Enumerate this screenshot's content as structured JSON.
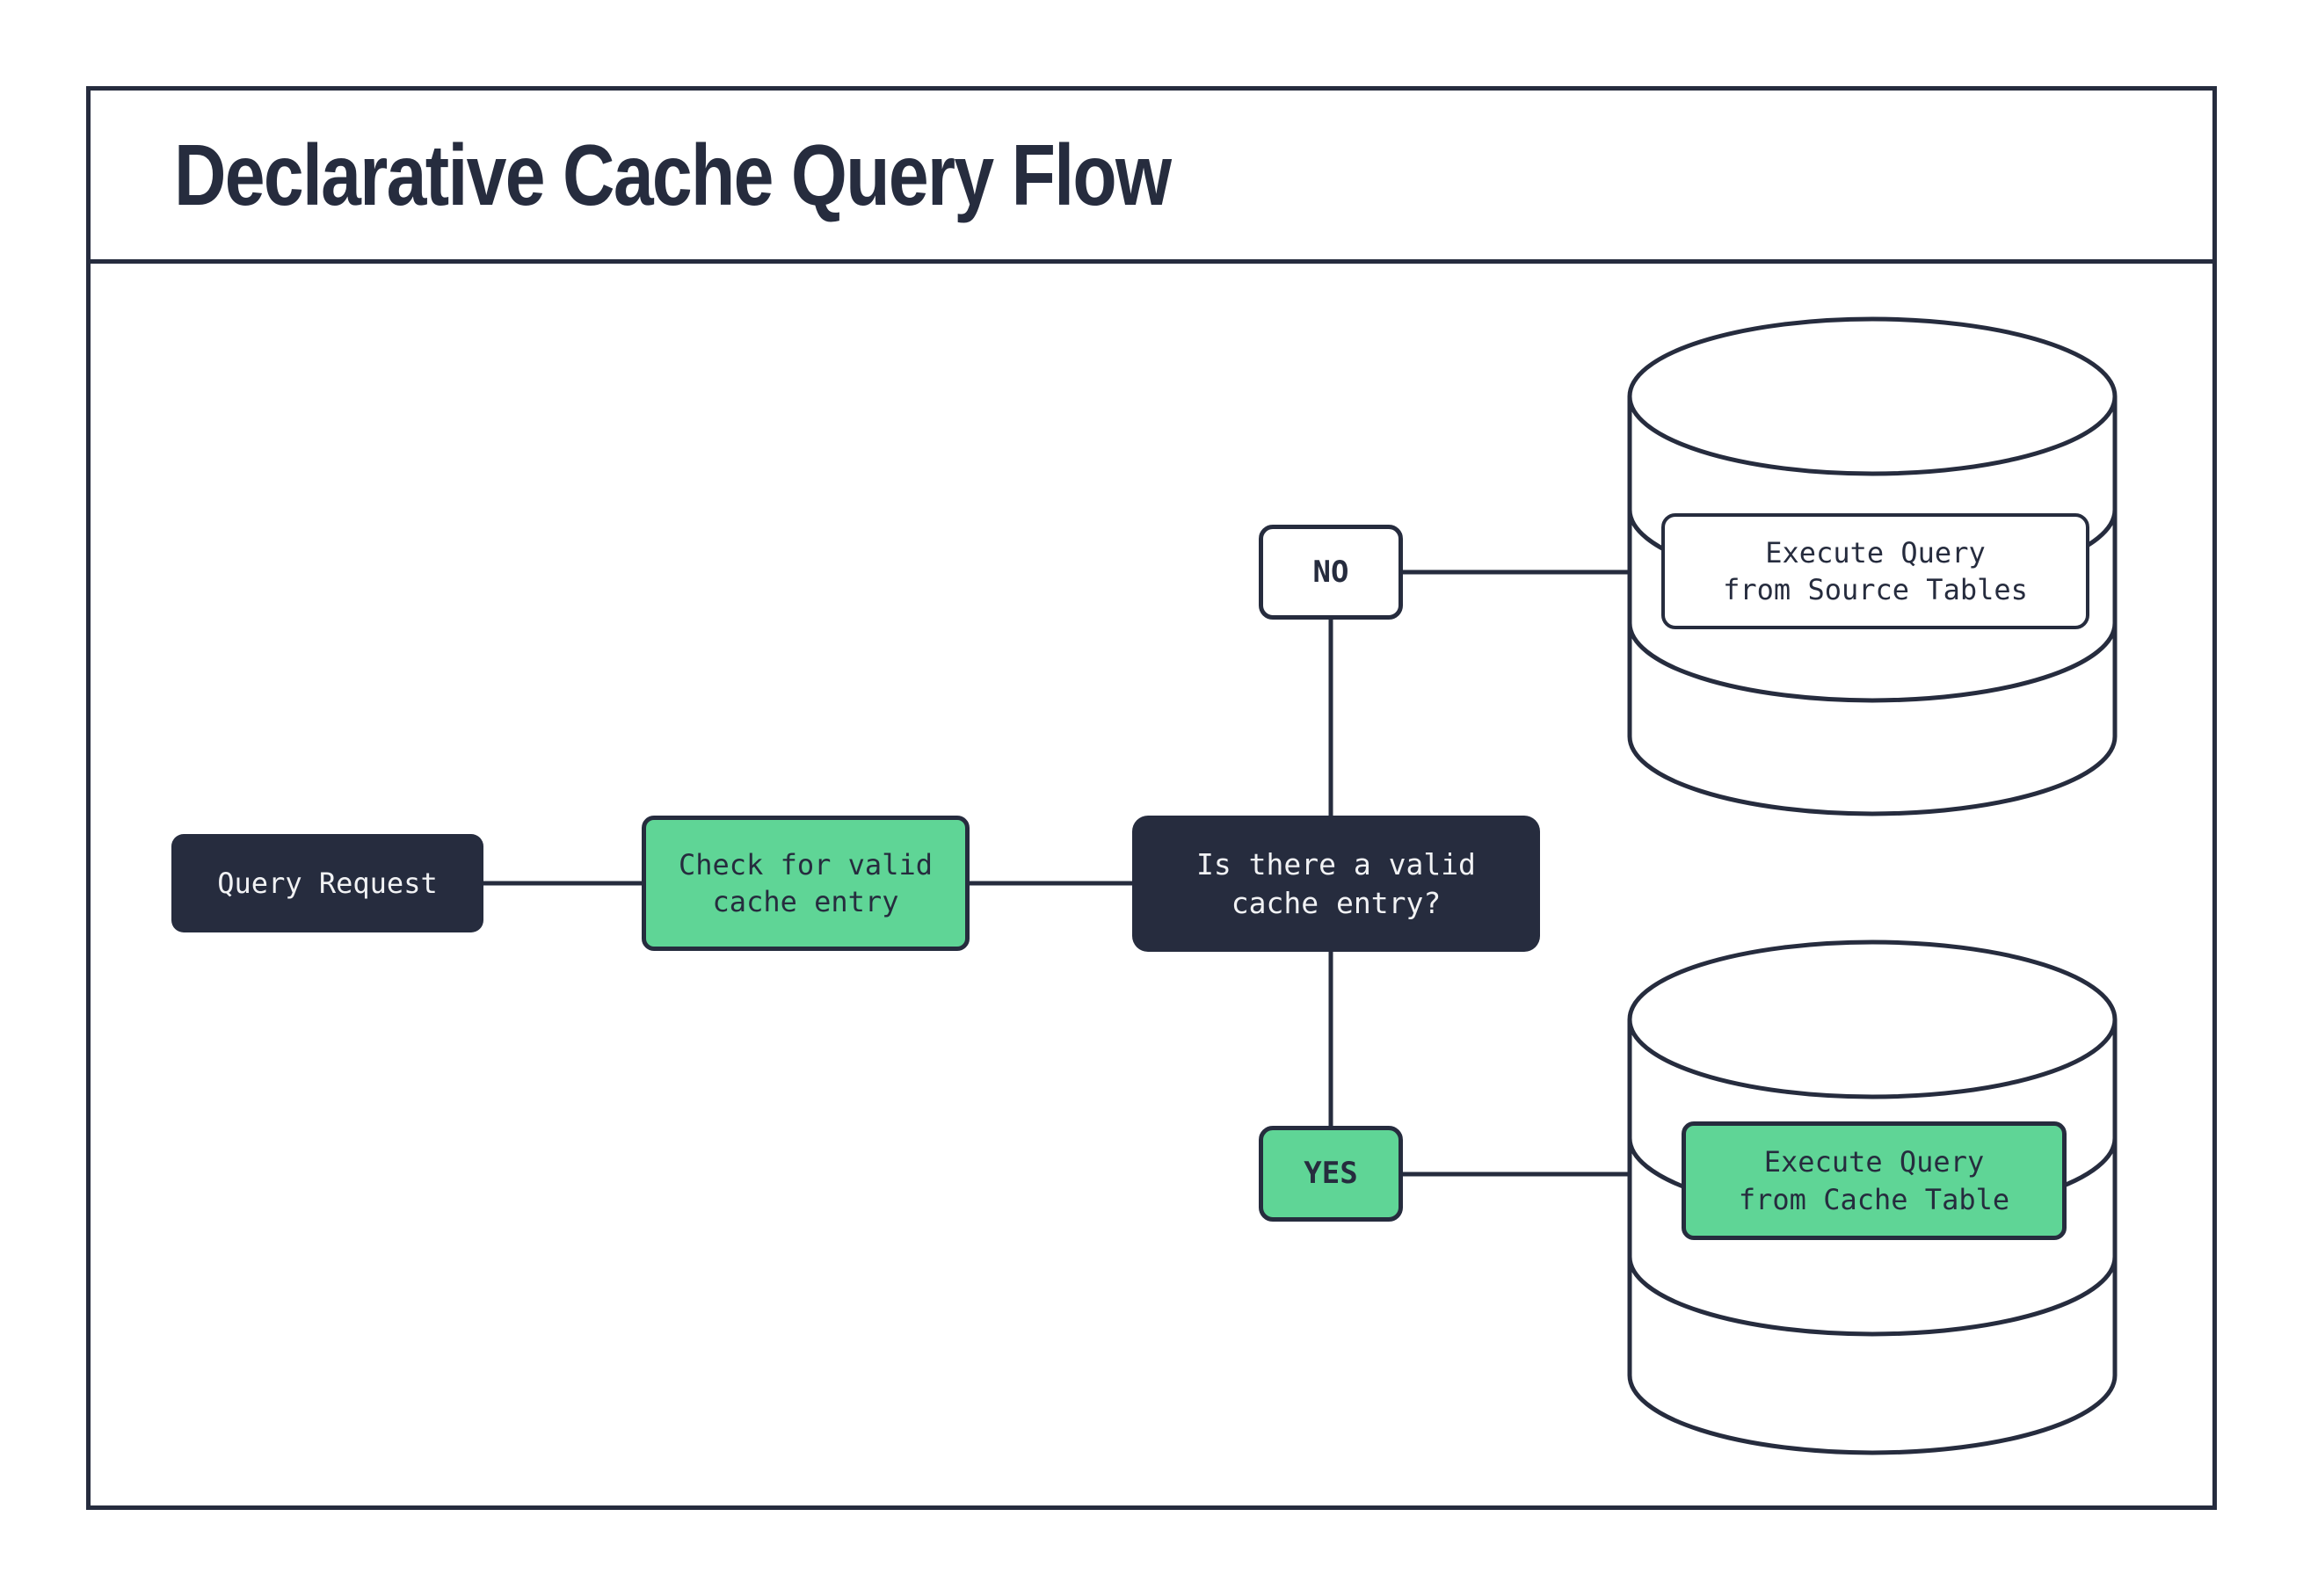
{
  "header": {
    "title": "Declarative Cache Query Flow"
  },
  "colors": {
    "dark_navy": "#262C3E",
    "green": "#5FD596",
    "white": "#FFFFFF",
    "text_light": "#F1F2F4"
  },
  "flow": {
    "nodes": {
      "query_request": {
        "label": "Query Request"
      },
      "check_cache": {
        "label": "Check for valid\ncache entry"
      },
      "decision": {
        "label": "Is there a valid\ncache entry?"
      },
      "no_branch": {
        "label": "NO"
      },
      "yes_branch": {
        "label": "YES"
      },
      "execute_source": {
        "label": "Execute Query\nfrom Source Tables"
      },
      "execute_cache": {
        "label": "Execute Query\nfrom Cache Table"
      }
    }
  }
}
